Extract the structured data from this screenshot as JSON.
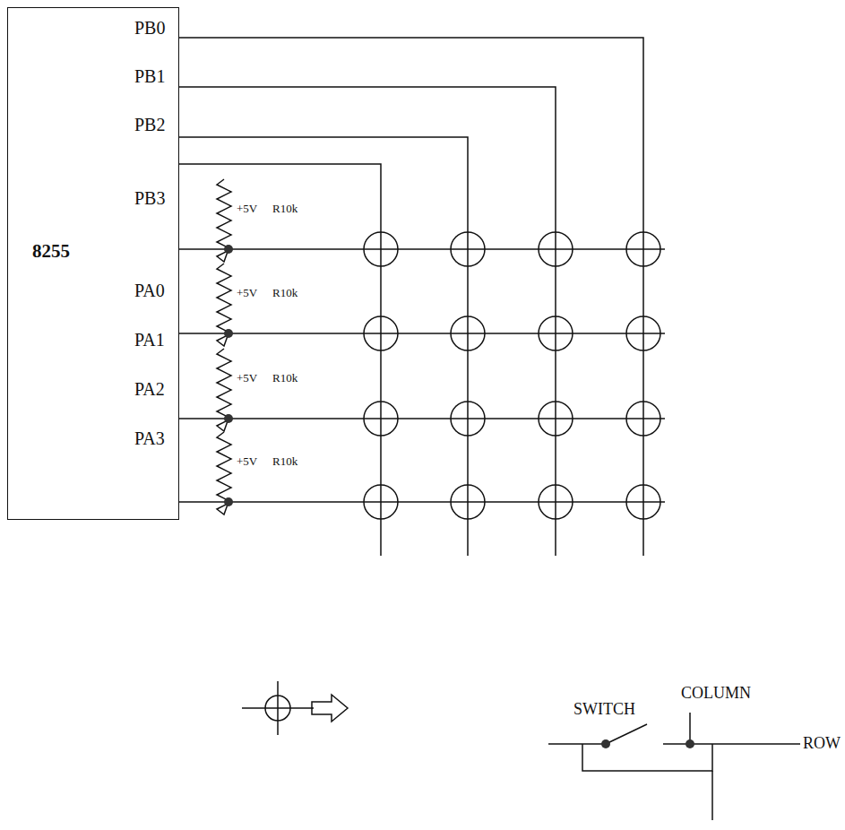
{
  "diagram": {
    "nodes": [
      {
        "text": [
          "8255"
        ]
      }
    ],
    "labels": [
      "PB0",
      "PB1",
      "PB2",
      "PB3",
      "PA0",
      "PA1",
      "PA2",
      "PA3",
      "+5V",
      "R10k",
      "+5V",
      "R10k",
      "+5V",
      "R10k",
      "+5V",
      "R10k",
      "SWITCH",
      "COLUMN",
      "ROW"
    ]
  }
}
